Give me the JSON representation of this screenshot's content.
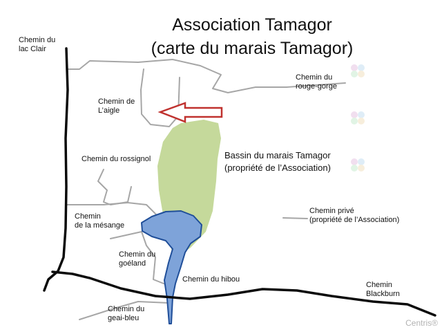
{
  "title": {
    "line1": "Association Tamagor",
    "line2": "(carte du marais Tamagor)"
  },
  "roads": {
    "lac_clair": [
      "Chemin du",
      "lac Clair"
    ],
    "aigle": [
      "Chemin de",
      "L’aigle"
    ],
    "rouge_gorge": [
      "Chemin du",
      "rouge-gorge"
    ],
    "rossignol": "Chemin du rossignol",
    "mesange": [
      "Chemin",
      "de la mésange"
    ],
    "goeland": [
      "Chemin du",
      "goéland"
    ],
    "hibou": "Chemin du hibou",
    "geai_bleu": [
      "Chemin du",
      "geai-bleu"
    ],
    "blackburn": [
      "Chemin",
      "Blackburn"
    ],
    "prive": [
      "Chemin privé",
      "(propriété de l’Association)"
    ]
  },
  "basin": [
    "Bassin du marais Tamagor",
    "(propriété de l’Association)"
  ],
  "watermark": "Centris®",
  "colors": {
    "basin_fill": "#c5d99b",
    "water_fill": "#7ea3d9",
    "water_stroke": "#1f4e99",
    "arrow_stroke": "#c0322f",
    "main_road": "#0a0a0a",
    "minor_road": "#a6a6a6"
  },
  "icons": [
    "map-arrow-icon",
    "decorative-flower-icon"
  ]
}
